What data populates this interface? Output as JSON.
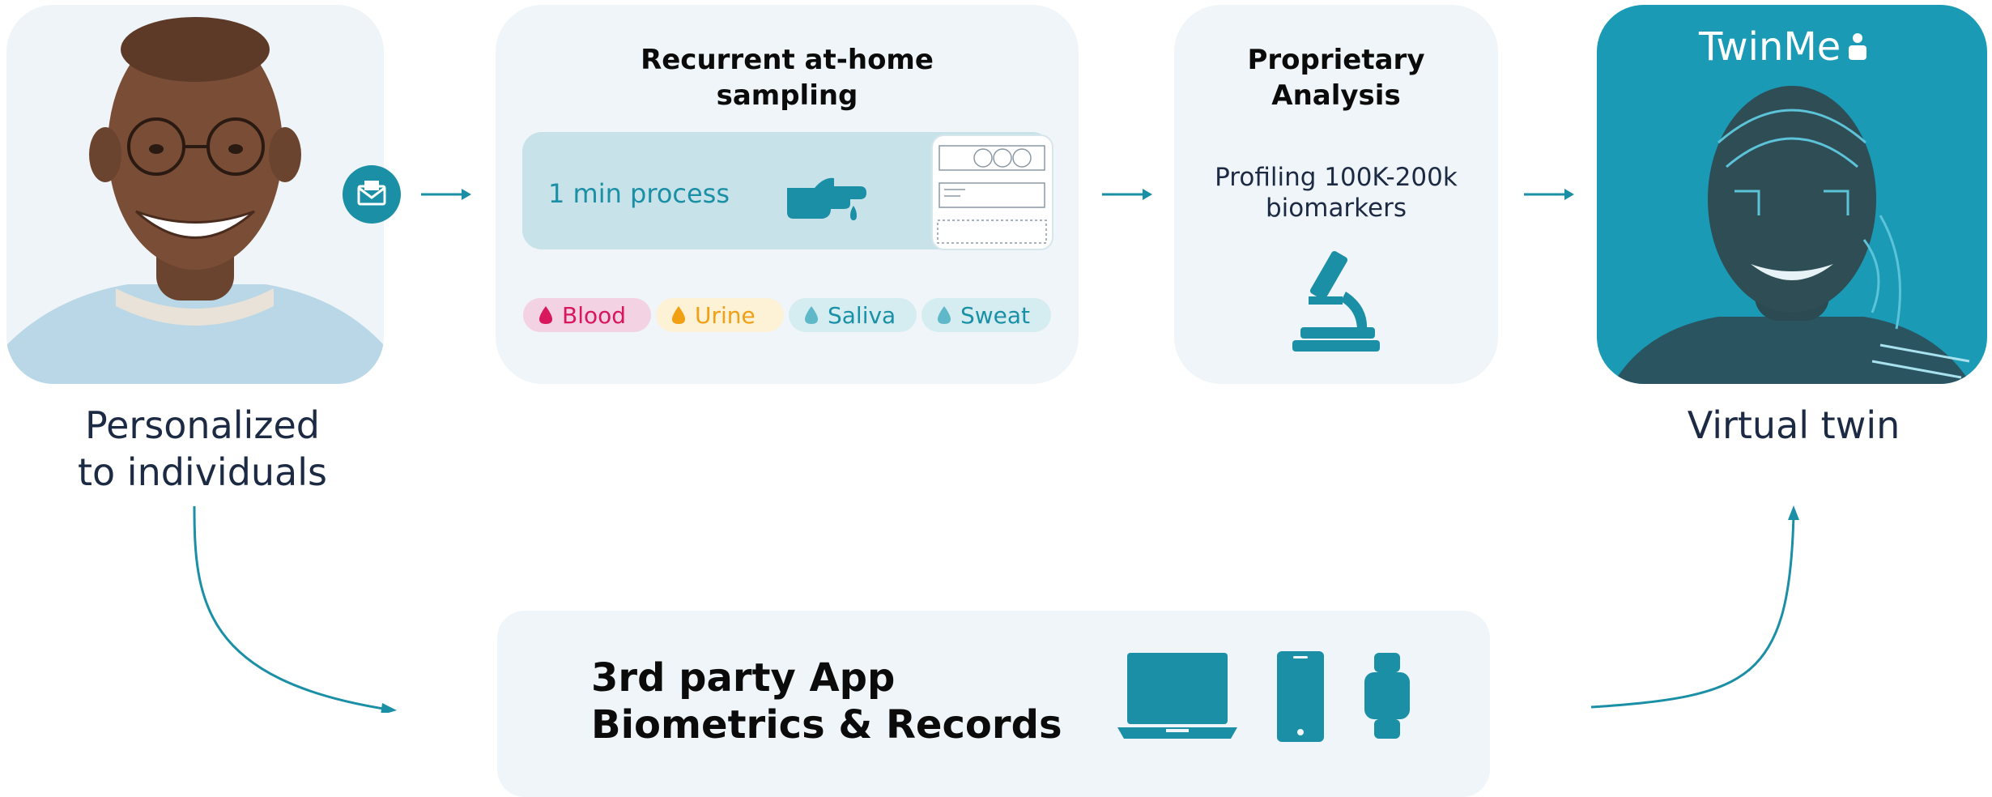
{
  "person": {
    "label_line1": "Personalized",
    "label_line2": "to individuals"
  },
  "sampling": {
    "title_line1": "Recurrent at-home",
    "title_line2": "sampling",
    "process_label": "1 min process",
    "pills": [
      {
        "label": "Blood",
        "color": "#d8175d",
        "bg": "#f3d2e3"
      },
      {
        "label": "Urine",
        "color": "#f0a012",
        "bg": "#fdf1d6"
      },
      {
        "label": "Saliva",
        "color": "#1a90a6",
        "bg": "#d5edf1"
      },
      {
        "label": "Sweat",
        "color": "#1a90a6",
        "bg": "#d5edf1"
      }
    ]
  },
  "analysis": {
    "title_line1": "Proprietary",
    "title_line2": "Analysis",
    "desc_line1": "Profiling 100K-200k",
    "desc_line2": "biomarkers"
  },
  "twin": {
    "brand": "TwinMe",
    "label": "Virtual twin"
  },
  "third_party": {
    "line1": "3rd party App",
    "line2": "Biometrics & Records"
  },
  "colors": {
    "accent": "#1a8fa6",
    "card": "#eff5f8",
    "twin_bg": "#1a9ab5",
    "text": "#1d2a44"
  },
  "icons": [
    "envelope-icon",
    "finger-prick-icon",
    "microscope-icon",
    "laptop-icon",
    "phone-icon",
    "smartwatch-icon",
    "twinme-logo-icon"
  ]
}
